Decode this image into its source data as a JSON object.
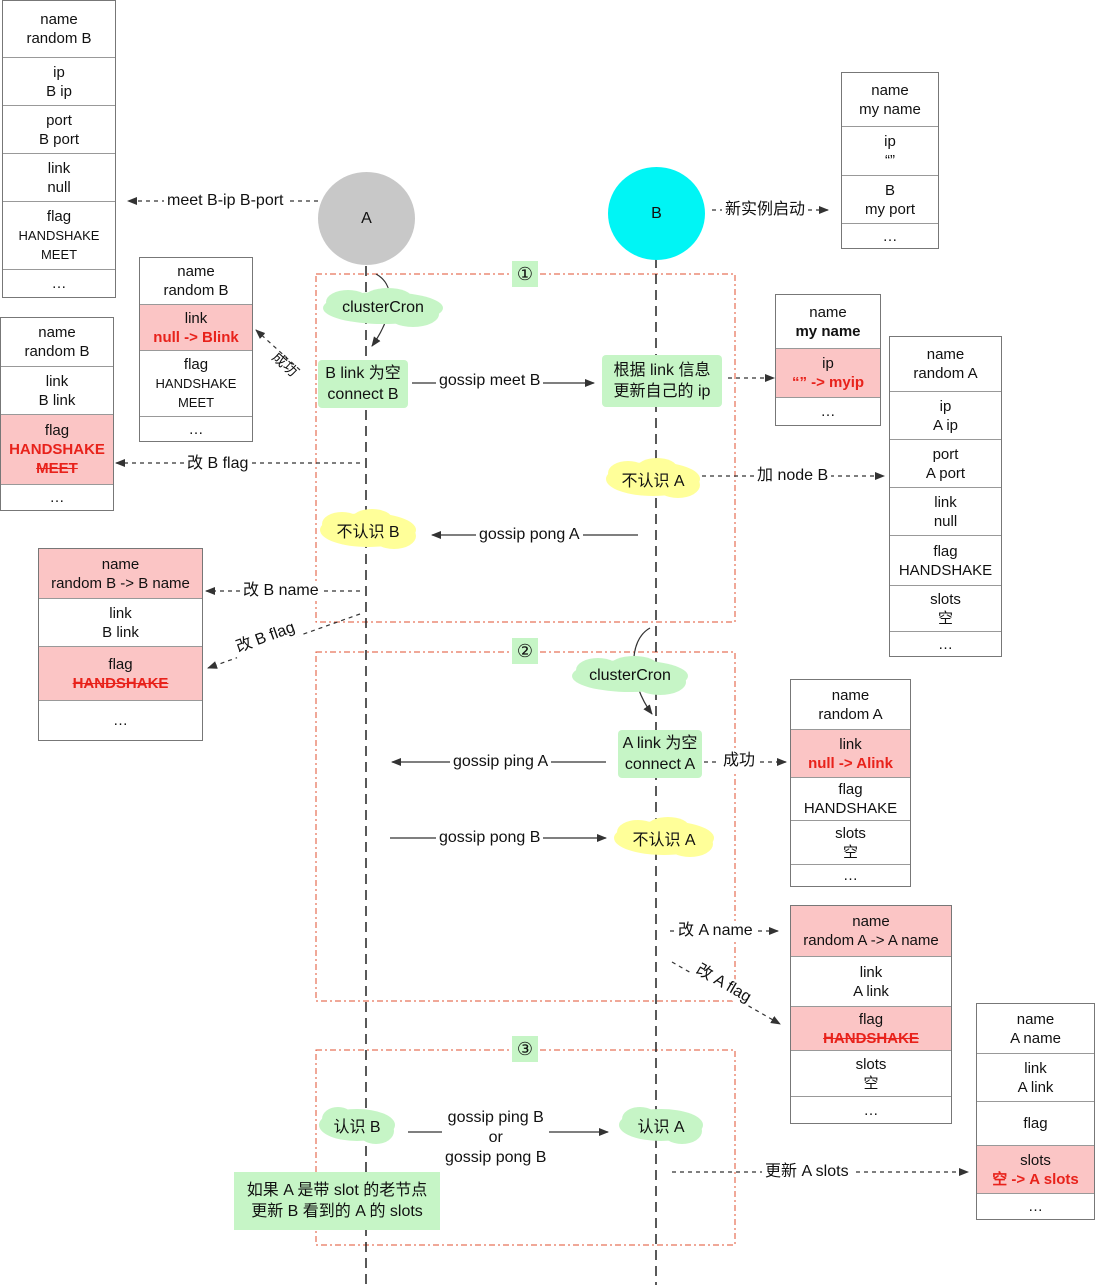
{
  "nodes": {
    "a": "A",
    "b": "B"
  },
  "phases": [
    "①",
    "②",
    "③"
  ],
  "clouds": {
    "cron_a": "clusterCron",
    "cron_b": "clusterCron",
    "unknown_a_1": "不认识 A",
    "unknown_b": "不认识 B",
    "unknown_a_2": "不认识 A",
    "know_b": "认识 B",
    "know_a": "认识  A"
  },
  "boxes": {
    "b_link_empty": [
      "B link 为空",
      "connect B"
    ],
    "update_ip": [
      "根据 link 信息",
      "更新自己的 ip"
    ],
    "a_link_empty": [
      "A link 为空",
      "connect A"
    ],
    "update_slots_note": [
      "如果 A 是带 slot 的老节点",
      "更新 B 看到的 A 的 slots"
    ]
  },
  "labels": {
    "meet": "meet  B-ip B-port",
    "new_instance": "新实例启动",
    "success_1": "成功",
    "gossip_meet": "gossip meet B",
    "change_b_flag": "改 B flag",
    "add_node_b": "加 node B",
    "gossip_pong_a": "gossip pong A",
    "change_b_name": "改 B name",
    "change_b_flag_2": "改 B flag",
    "gossip_ping_a": "gossip ping A",
    "success_2": "成功",
    "gossip_pong_b": "gossip pong B",
    "change_a_name": "改 A name",
    "change_a_flag": "改 A flag",
    "ping_or_pong": [
      "gossip ping B",
      "or",
      "gossip pong B"
    ],
    "update_a_slots": "更新 A slots"
  },
  "tables": {
    "t1": [
      {
        "k": "name",
        "v": "random B"
      },
      {
        "k": "ip",
        "v": "B ip"
      },
      {
        "k": "port",
        "v": "B port"
      },
      {
        "k": "link",
        "v": "null"
      },
      {
        "k": "flag",
        "v": "HANDSHAKE",
        "v2": "MEET"
      },
      {
        "k": "…"
      }
    ],
    "t2": [
      {
        "k": "name",
        "v": "random B"
      },
      {
        "k": "link",
        "v": "null -> Blink"
      },
      {
        "k": "flag",
        "v": "HANDSHAKE",
        "v2": "MEET"
      },
      {
        "k": "…"
      }
    ],
    "t3": [
      {
        "k": "name",
        "v": "random B"
      },
      {
        "k": "link",
        "v": "B link"
      },
      {
        "k": "flag",
        "v": "HANDSHAKE",
        "v2": "MEET"
      },
      {
        "k": "…"
      }
    ],
    "t4": [
      {
        "k": "name",
        "v": "random B -> B name"
      },
      {
        "k": "link",
        "v": "B link"
      },
      {
        "k": "flag",
        "v": "HANDSHAKE"
      },
      {
        "k": "…"
      }
    ],
    "t5": [
      {
        "k": "name",
        "v": "my name"
      },
      {
        "k": "ip",
        "v": "“”"
      },
      {
        "k": "B",
        "v": "my port"
      },
      {
        "k": "…"
      }
    ],
    "t6": [
      {
        "k": "name",
        "v": "my name"
      },
      {
        "k": "ip",
        "v": "“” -> myip"
      },
      {
        "k": "…"
      }
    ],
    "t7": [
      {
        "k": "name",
        "v": "random A"
      },
      {
        "k": "ip",
        "v": "A ip"
      },
      {
        "k": "port",
        "v": "A port"
      },
      {
        "k": "link",
        "v": "null"
      },
      {
        "k": "flag",
        "v": "HANDSHAKE"
      },
      {
        "k": "slots",
        "v": "空"
      },
      {
        "k": "…"
      }
    ],
    "t8": [
      {
        "k": "name",
        "v": "random A"
      },
      {
        "k": "link",
        "v": "null -> Alink"
      },
      {
        "k": "flag",
        "v": "HANDSHAKE"
      },
      {
        "k": "slots",
        "v": "空"
      },
      {
        "k": "…"
      }
    ],
    "t9": [
      {
        "k": "name",
        "v": "random A -> A name"
      },
      {
        "k": "link",
        "v": "A link"
      },
      {
        "k": "flag",
        "v": "HANDSHAKE"
      },
      {
        "k": "slots",
        "v": "空"
      },
      {
        "k": "…"
      }
    ],
    "t10": [
      {
        "k": "name",
        "v": "A name"
      },
      {
        "k": "link",
        "v": "A link"
      },
      {
        "k": "flag"
      },
      {
        "k": "slots",
        "v": "空 -> A slots"
      },
      {
        "k": "…"
      }
    ]
  },
  "colors": {
    "node_a": "#c8c8c8",
    "node_b": "#00f5f5",
    "green_box": "#c6f5c6",
    "yellow_cloud": "#ffff99",
    "highlight_cell": "#fbc5c5",
    "highlight_text": "#e8221b",
    "phase_border": "#e05030"
  }
}
